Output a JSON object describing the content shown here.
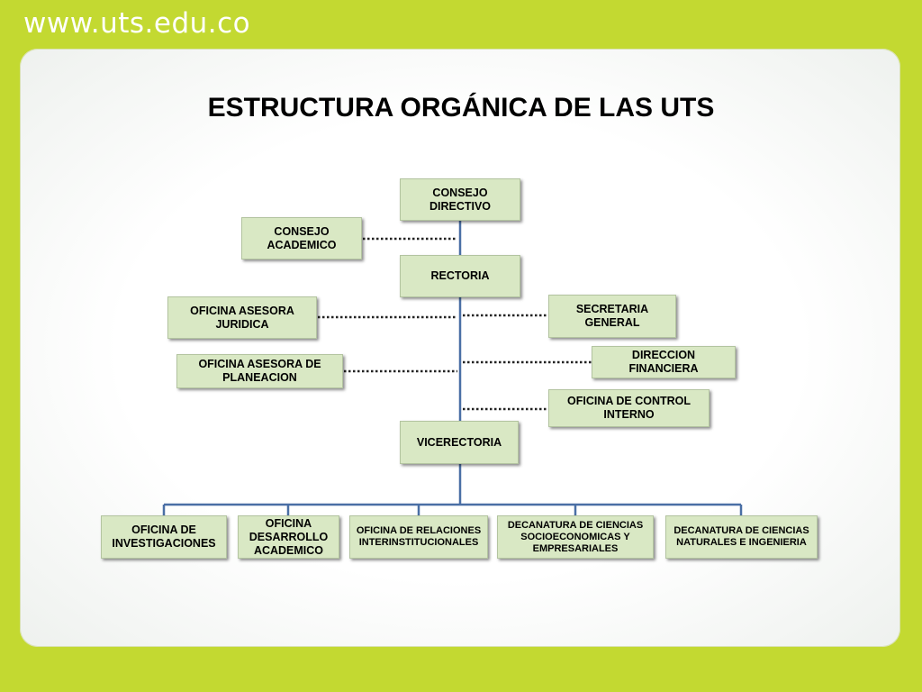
{
  "header": {
    "site_url": "www.uts.edu.co"
  },
  "slide": {
    "title": "ESTRUCTURA ORGÁNICA DE LAS UTS"
  },
  "org_chart": {
    "consejo_directivo": "CONSEJO DIRECTIVO",
    "consejo_academico": "CONSEJO ACADEMICO",
    "rectoria": "RECTORIA",
    "oficina_asesora_juridica": "OFICINA ASESORA JURIDICA",
    "secretaria_general": "SECRETARIA GENERAL",
    "direccion_financiera": "DIRECCION FINANCIERA",
    "oficina_asesora_planeacion": "OFICINA ASESORA DE PLANEACION",
    "oficina_control_interno": "OFICINA DE CONTROL INTERNO",
    "vicerrectoria": "VICERECTORIA",
    "oficina_investigaciones": "OFICINA DE INVESTIGACIONES",
    "oficina_desarrollo_academico": "OFICINA DESARROLLO ACADEMICO",
    "oficina_relaciones_interinstitucionales": "OFICINA DE RELACIONES INTERINSTITUCIONALES",
    "decanatura_socioeconomicas": "DECANATURA DE CIENCIAS SOCIOECONOMICAS Y EMPRESARIALES",
    "decanatura_naturales": "DECANATURA DE CIENCIAS NATURALES E INGENIERIA"
  },
  "colors": {
    "frame": "#c3d931",
    "node_fill": "#d9e8c4",
    "connector": "#4a6fa5"
  }
}
